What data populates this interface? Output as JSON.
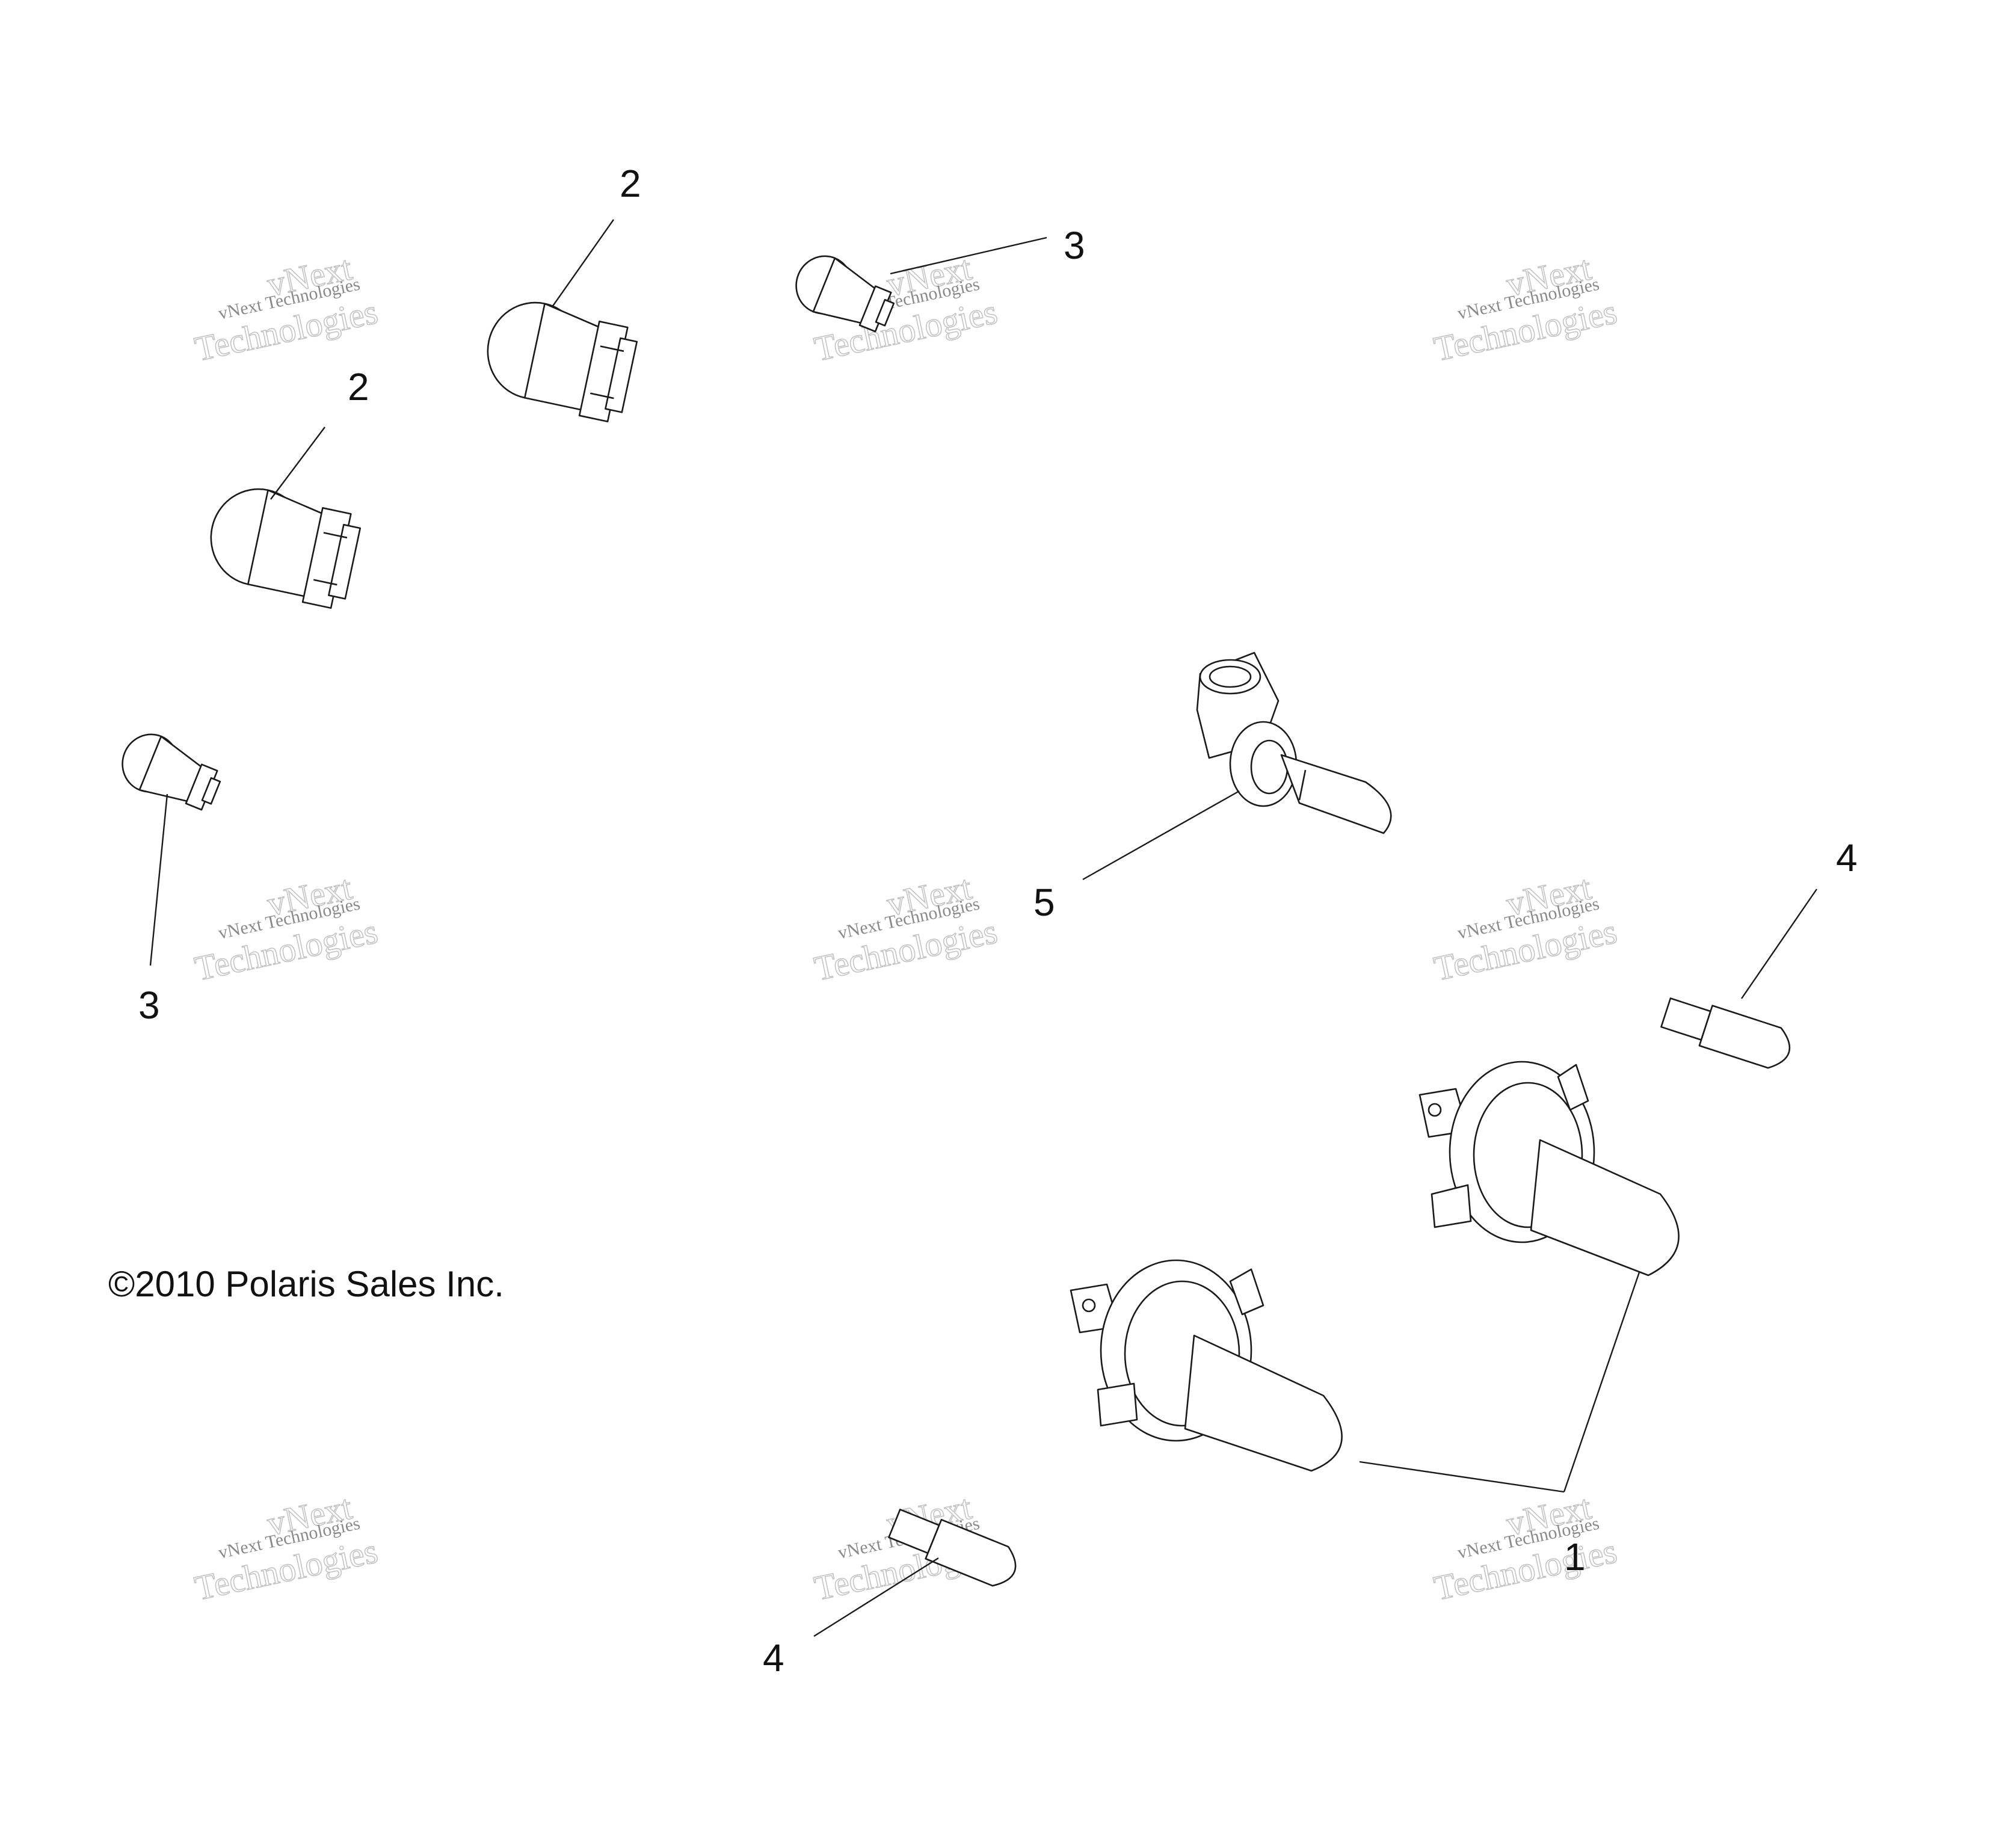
{
  "copyright": "©2010 Polaris Sales Inc.",
  "callouts": {
    "c2a": "2",
    "c2b": "2",
    "c3a": "3",
    "c3b": "3",
    "c5": "5",
    "c4a": "4",
    "c4b": "4",
    "c1": "1"
  },
  "watermark": {
    "line1": "vNext Technologies",
    "line2": "vNext",
    "line3": "Technologies"
  },
  "colors": {
    "ink": "#1a1a1a",
    "watermark": "#c4c4c4"
  }
}
